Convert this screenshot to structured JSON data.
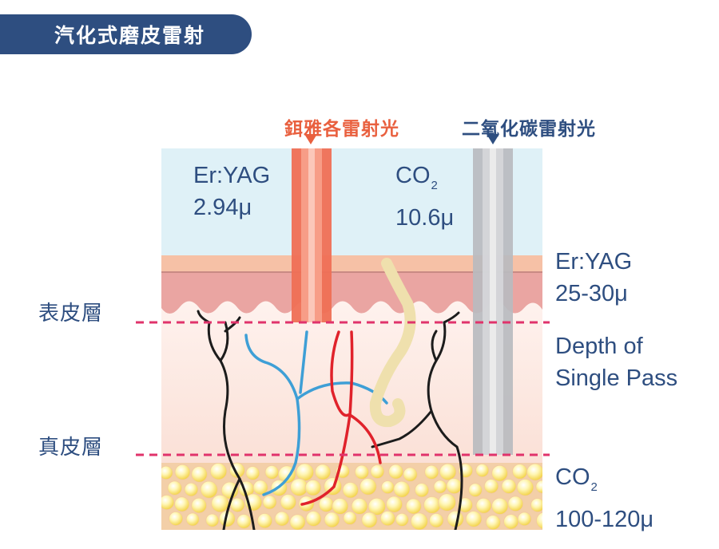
{
  "title": "汽化式磨皮雷射",
  "beams": {
    "er": {
      "label": "鉺雅各雷射光",
      "name": "Er:YAG",
      "wavelength": "2.94μ",
      "color": "#e9603f"
    },
    "co2": {
      "label": "二氧化碳雷射光",
      "name_base": "CO",
      "name_sub": "2",
      "wavelength": "10.6μ",
      "color": "#2e4e80"
    }
  },
  "layers": {
    "epidermis": "表皮層",
    "dermis": "真皮層"
  },
  "depth_notes": {
    "er": {
      "name": "Er:YAG",
      "depth": "25-30μ"
    },
    "single_pass": {
      "line1": "Depth of",
      "line2": "Single Pass"
    },
    "co2": {
      "name_base": "CO",
      "name_sub": "2",
      "depth": "100-120μ"
    }
  },
  "colors": {
    "title_bg": "#2e4e80",
    "text": "#2e4e80",
    "dash": "#e0336b",
    "er_beam": "#ef6f55",
    "co2_beam": "#b9bbbf",
    "air": "#dff1f7",
    "epidermis": "#eaa5a2",
    "dermis": "#fbeae4",
    "fat": "#f6e174"
  }
}
